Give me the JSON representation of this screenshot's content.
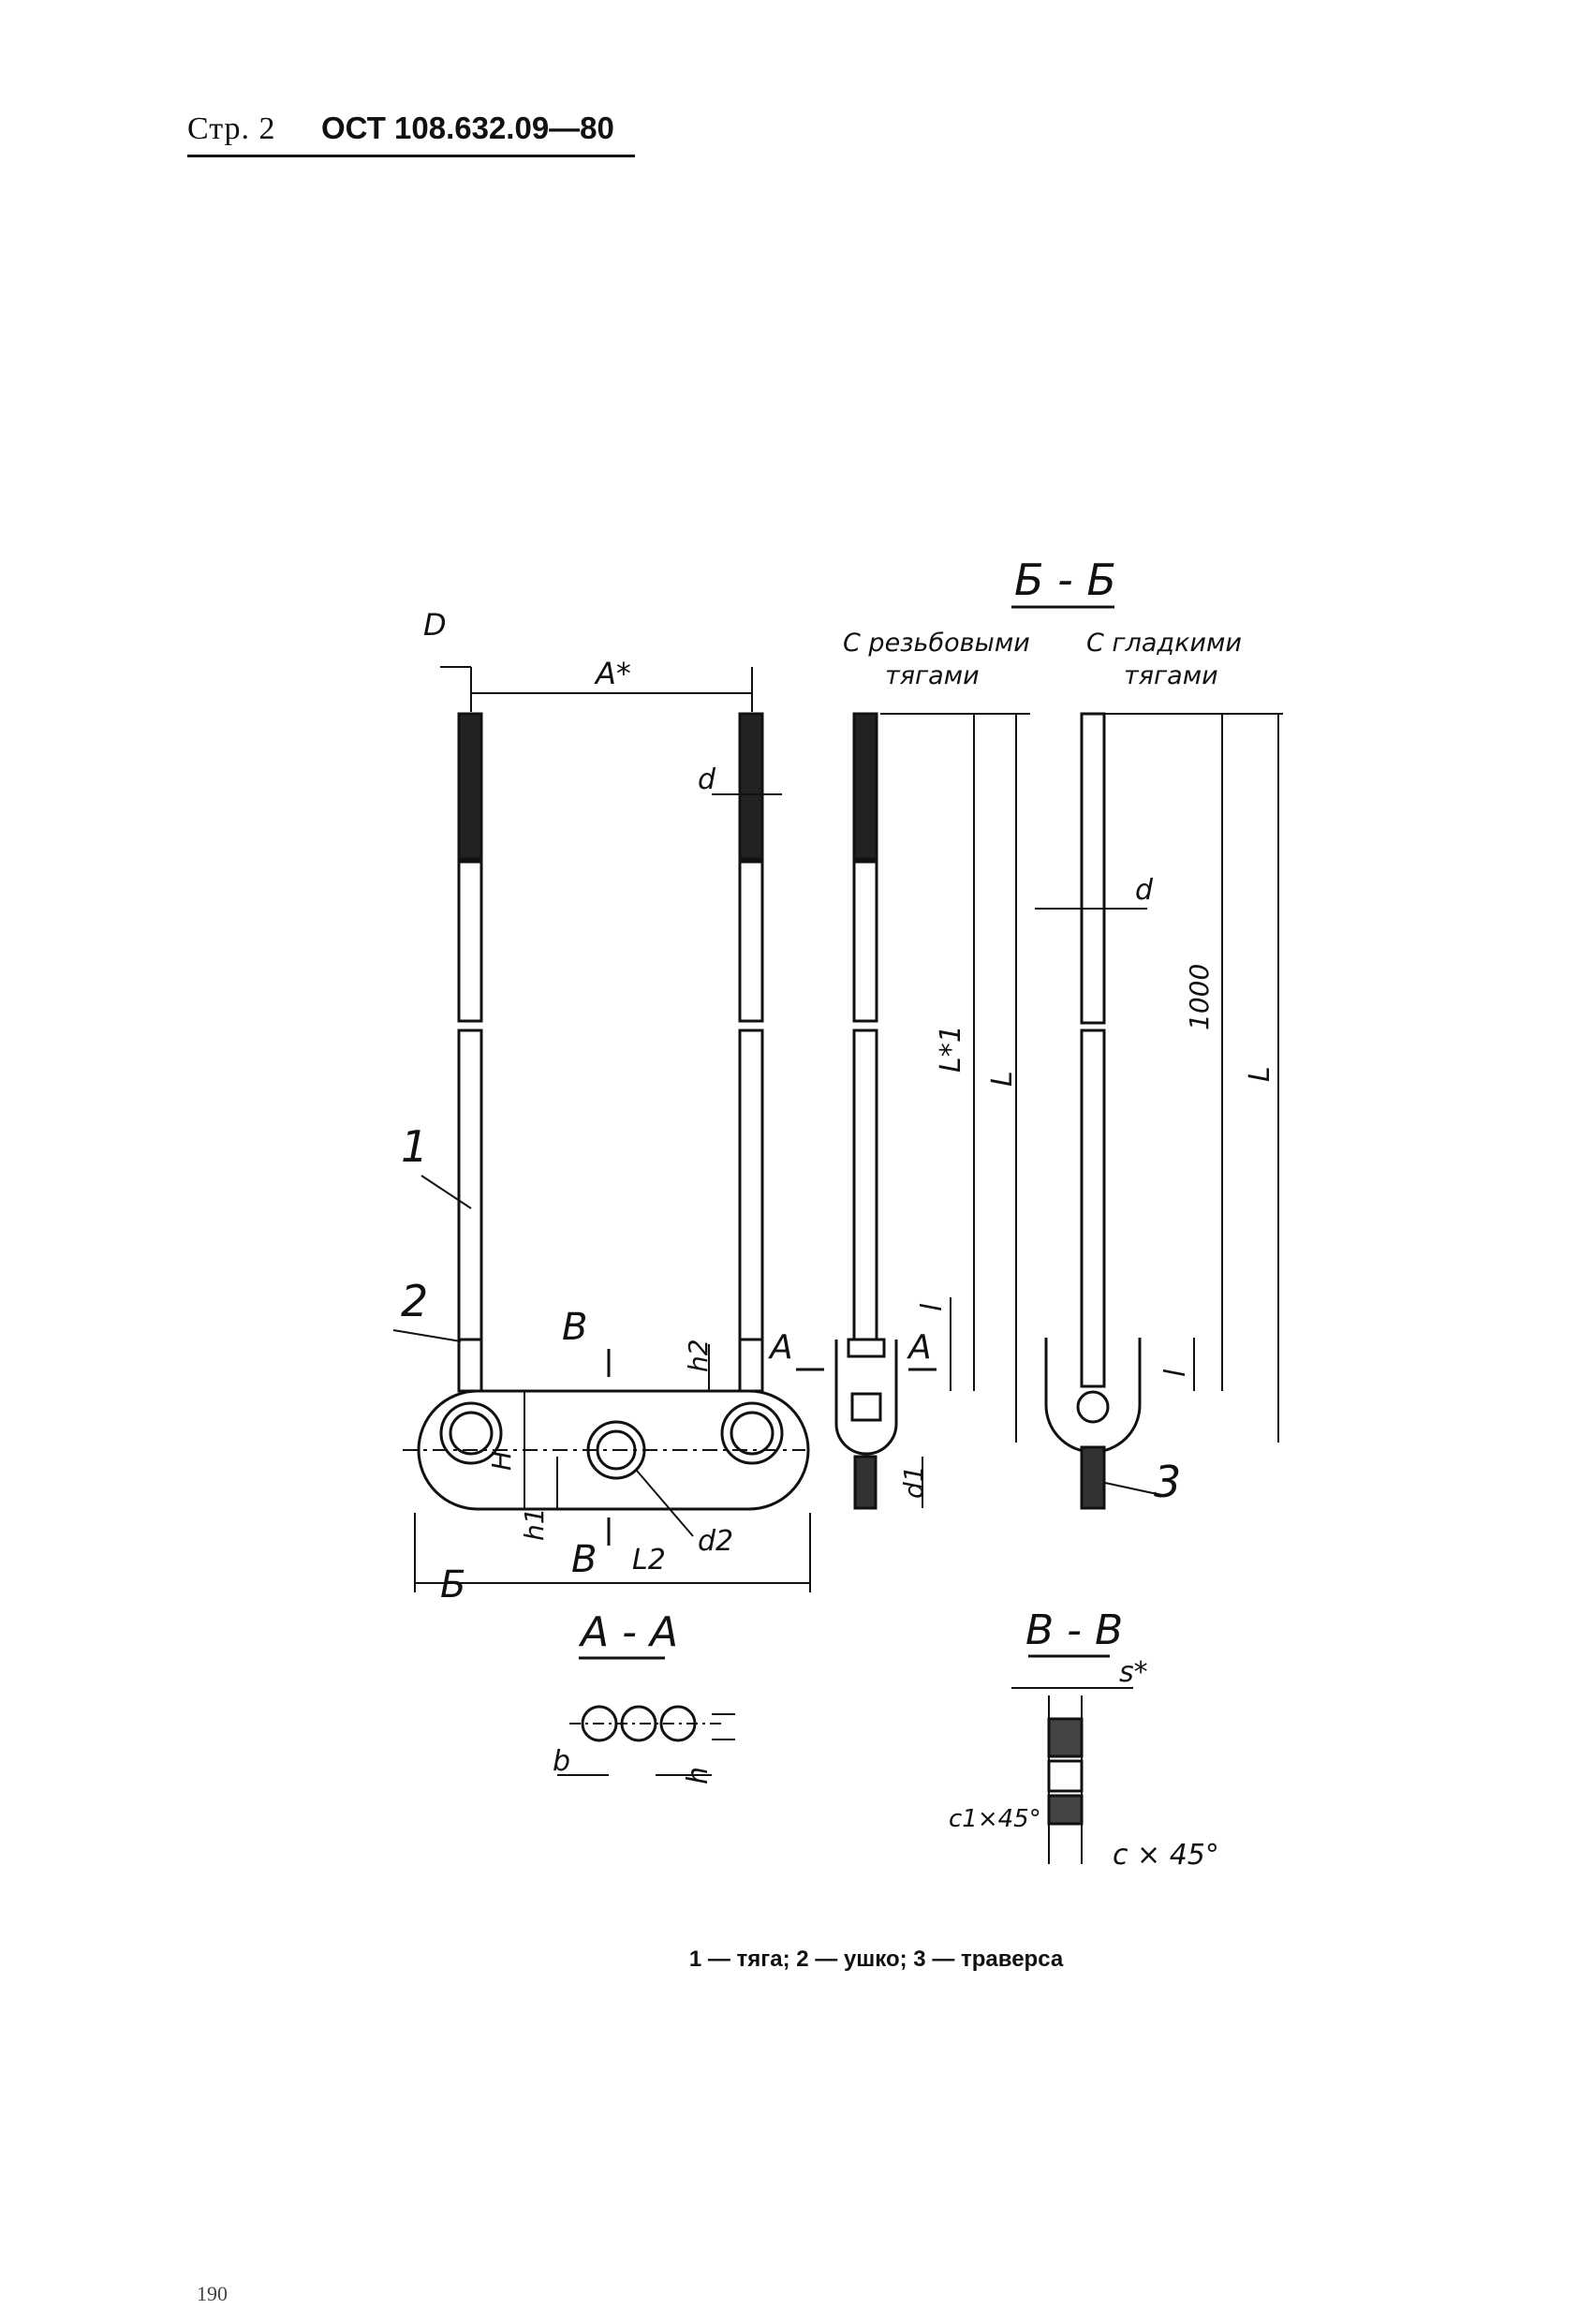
{
  "header": {
    "page_label": "Стр. 2",
    "standard": "ОСТ 108.632.09—80"
  },
  "labels": {
    "section_bb": "Б - Б",
    "section_aa": "А - А",
    "section_vv": "В - В",
    "threaded_line1": "С резьбовыми",
    "threaded_line2": "тягами",
    "smooth_line1": "С гладкими",
    "smooth_line2": "тягами",
    "dim_D": "D",
    "dim_A": "А*",
    "dim_d": "d",
    "dim_L1": "L*1",
    "dim_L": "L",
    "dim_l": "l",
    "dim_1000": "1000",
    "dim_h2": "h2",
    "dim_H": "H",
    "dim_h1": "h1",
    "dim_d2": "d2",
    "dim_L2": "L2",
    "dim_d1": "d1",
    "dim_b": "b",
    "dim_h": "h",
    "dim_s": "s*",
    "dim_c1": "c1×45°",
    "dim_c": "c × 45°",
    "arrow_A": "А",
    "arrow_B": "В",
    "arrow_Bcyr": "Б",
    "pos_1": "1",
    "pos_2": "2",
    "pos_3": "3"
  },
  "caption": "1 — тяга;  2 — ушко;  3 — траверса",
  "page_number": "190"
}
